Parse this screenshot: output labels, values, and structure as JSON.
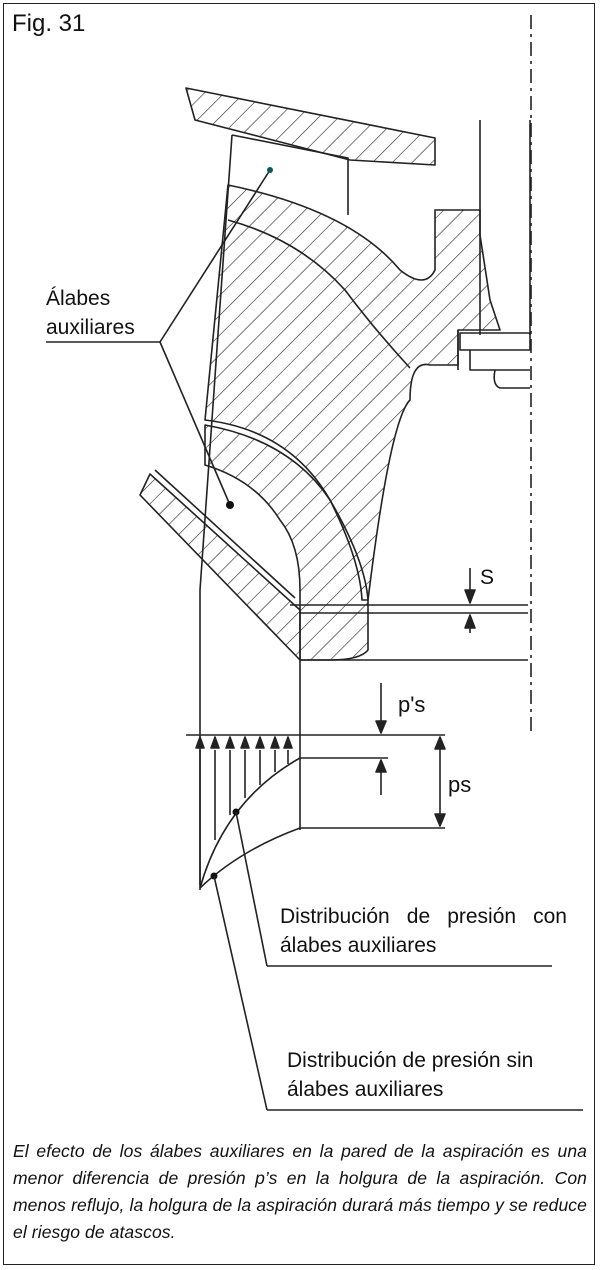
{
  "figure": {
    "label": "Fig. 31"
  },
  "labels": {
    "alabes_auxiliares": "Álabes auxiliares",
    "s": "S",
    "ps_prime": "p's",
    "ps": "ps",
    "distribucion_con": "Distribución de presión con álabes auxiliares",
    "distribucion_sin": "Distribución de presión sin álabes auxiliares"
  },
  "caption": "El efecto de los álabes auxiliares en la pared de la aspiración es una menor diferencia de presión p’s en la holgura de la aspiración. Con menos reflujo, la holgura de la aspiración durará más tiempo y se reduce el riesgo de atascos."
}
